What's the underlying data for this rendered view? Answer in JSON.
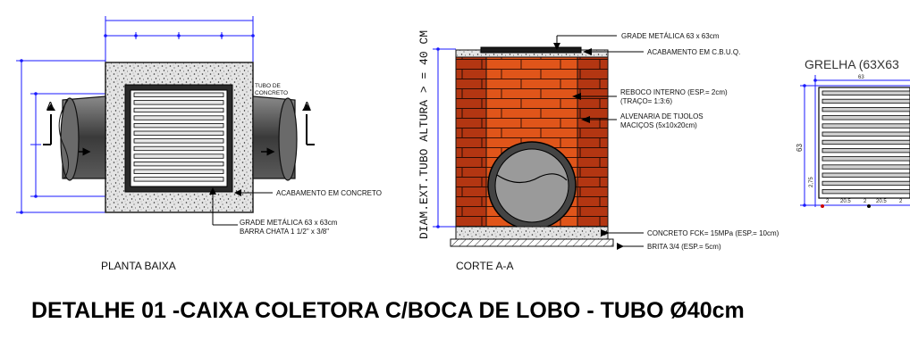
{
  "planta": {
    "tubo_label_1": "TUBO DE",
    "tubo_label_2": "CONCRETO",
    "section_left": "A",
    "section_right": "A",
    "acabamento": "ACABAMENTO EM CONCRETO",
    "grade_1": "GRADE METÁLICA 63 x 63cm",
    "grade_2": "BARRA CHATA 1 1/2\" x 3/8\"",
    "caption": "PLANTA BAIXA"
  },
  "corte": {
    "vertical_label": "DIAM.EXT.TUBO ALTURA > = 40 CM",
    "grade": "GRADE METÁLICA 63 x 63cm",
    "acabamento": "ACABAMENTO EM C.B.U.Q.",
    "reboco_1": "REBOCO INTERNO (ESP.= 2cm)",
    "reboco_2": "(TRAÇO= 1:3:6)",
    "alvenaria_1": "ALVENARIA DE TIJOLOS",
    "alvenaria_2": "MACIÇOS (5x10x20cm)",
    "concreto": "CONCRETO FCK= 15MPa (ESP.= 10cm)",
    "brita": "BRITA 3/4 (ESP.= 5cm)",
    "caption": "CORTE A-A"
  },
  "grelha": {
    "title": "GRELHA (63X63",
    "dim_top": "63",
    "dim_left": "63",
    "dim_small_1": "20.5",
    "dim_small_2": "2",
    "dim_small_3": "20.5",
    "dim_small_4": "2",
    "dim_small_5": "2",
    "dim_small_6": "2,75"
  },
  "main_title": "DETALHE 01 -CAIXA COLETORA C/BOCA DE LOBO - TUBO Ø40cm",
  "colors": {
    "brick": "#e0551a",
    "brick_dark": "#a82e10",
    "concrete": "#dcdcdc",
    "pipe": "#4a4a4a",
    "dim_blue": "#1a1aff"
  }
}
